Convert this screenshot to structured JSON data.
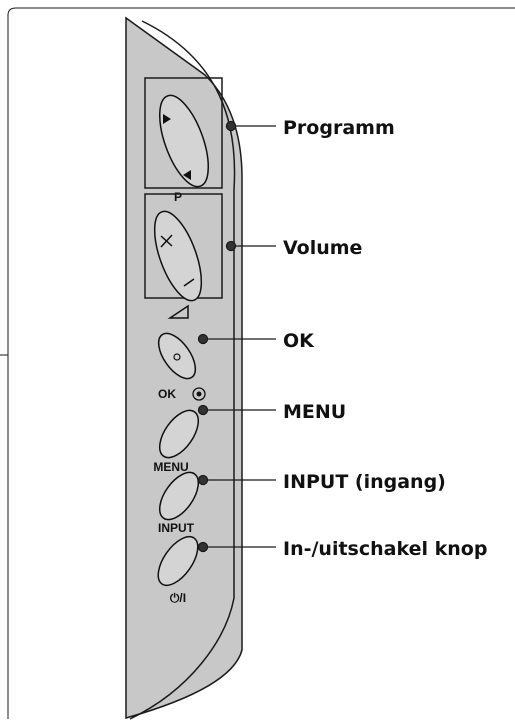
{
  "colors": {
    "panel_fill": "#c8c8c8",
    "line": "#1a1a1a",
    "dot": "#333333"
  },
  "icons": {
    "programme_rocker": "up-down-triangle-rocker-icon",
    "volume_rocker": "plus-minus-rocker-icon",
    "volume_symbol": "volume-wedge-icon",
    "ok_symbol": "ok-circle-dot-icon",
    "power_symbol": "power-icon"
  },
  "panel": {
    "programme_label": "P",
    "ok_label": "OK",
    "menu_label": "MENU",
    "input_label": "INPUT",
    "power_label": "⏻/I"
  },
  "callouts": [
    {
      "id": "programme",
      "label": "Programm"
    },
    {
      "id": "volume",
      "label": "Volume"
    },
    {
      "id": "ok",
      "label": "OK"
    },
    {
      "id": "menu",
      "label": "MENU"
    },
    {
      "id": "input",
      "label": "INPUT (ingang)"
    },
    {
      "id": "power",
      "label": "In-/uitschakel knop"
    }
  ]
}
